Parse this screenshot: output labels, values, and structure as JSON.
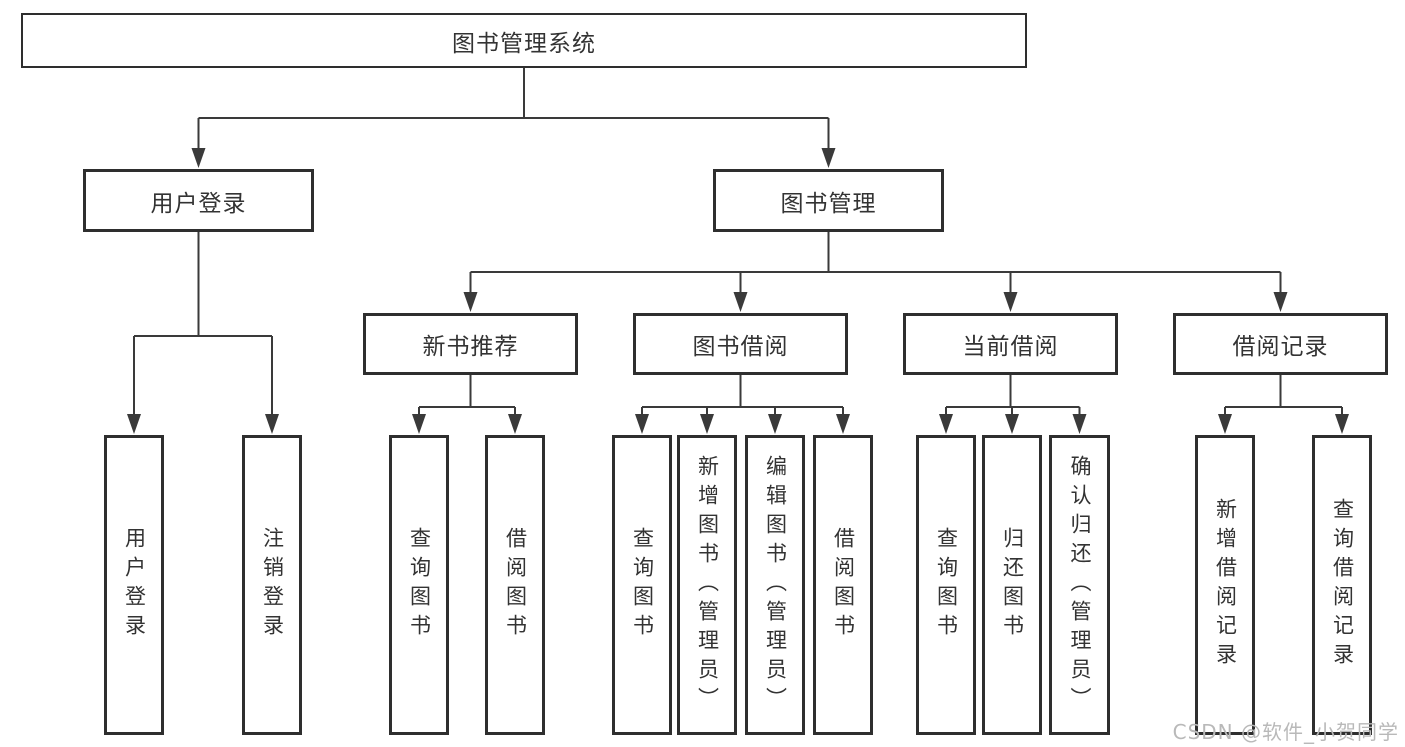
{
  "diagram": {
    "root": {
      "label": "图书管理系统"
    },
    "branches": [
      {
        "label": "用户登录",
        "children": [
          {
            "label": "用户登录"
          },
          {
            "label": "注销登录"
          }
        ]
      },
      {
        "label": "图书管理",
        "children": [
          {
            "label": "新书推荐",
            "children": [
              {
                "label": "查询图书"
              },
              {
                "label": "借阅图书"
              }
            ]
          },
          {
            "label": "图书借阅",
            "children": [
              {
                "label": "查询图书"
              },
              {
                "label": "新增图书（管理员）"
              },
              {
                "label": "编辑图书（管理员）"
              },
              {
                "label": "借阅图书"
              }
            ]
          },
          {
            "label": "当前借阅",
            "children": [
              {
                "label": "查询图书"
              },
              {
                "label": "归还图书"
              },
              {
                "label": "确认归还（管理员）"
              }
            ]
          },
          {
            "label": "借阅记录",
            "children": [
              {
                "label": "新增借阅记录"
              },
              {
                "label": "查询借阅记录"
              }
            ]
          }
        ]
      }
    ]
  },
  "watermark": {
    "text": "CSDN @软件_小贺同学"
  },
  "colors": {
    "line": "#3a3a3a",
    "border": "#2e2e2e",
    "text": "#333333",
    "box_fill": "#ffffff",
    "watermark": "#b9b9b9",
    "background": "#ffffff"
  }
}
